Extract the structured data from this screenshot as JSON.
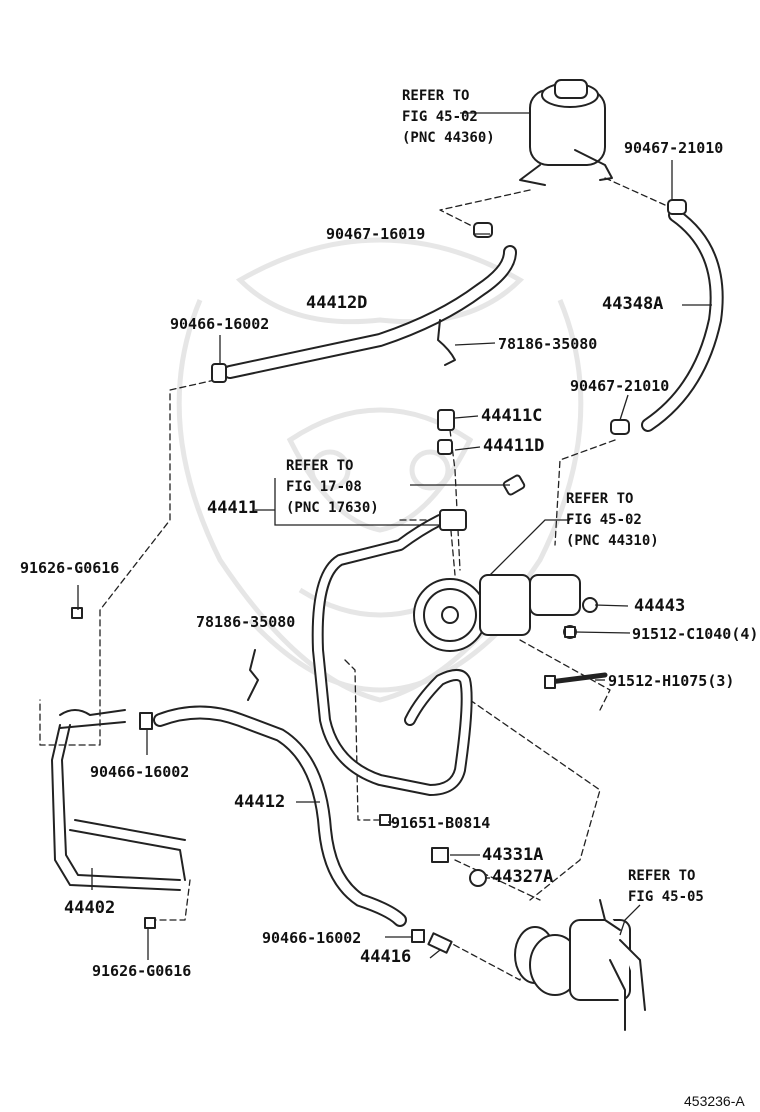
{
  "labels": {
    "p90467_21010_top": "90467-21010",
    "p90467_16019": "90467-16019",
    "p44412D": "44412D",
    "p90466_16002_top": "90466-16002",
    "p78186_35080_top": "78186-35080",
    "p44348A": "44348A",
    "p90467_21010_mid": "90467-21010",
    "p44411C": "44411C",
    "p44411D": "44411D",
    "p44411": "44411",
    "p91626_G0616_top": "91626-G0616",
    "p44443": "44443",
    "p91512_C1040": "91512-C1040(4)",
    "p78186_35080_mid": "78186-35080",
    "p91512_H1075": "91512-H1075(3)",
    "p90466_16002_mid": "90466-16002",
    "p44412": "44412",
    "p91651_B0814": "91651-B0814",
    "p44331A": "44331A",
    "p44327A": "44327A",
    "p44402": "44402",
    "p90466_16002_bot": "90466-16002",
    "p44416": "44416",
    "p91626_G0616_bot": "91626-G0616"
  },
  "refers": {
    "ref_45_02_res": [
      "REFER TO",
      "FIG 45-02",
      "(PNC 44360)"
    ],
    "ref_17_08": [
      "REFER TO",
      "FIG 17-08",
      "(PNC 17630)"
    ],
    "ref_45_02_pump": [
      "REFER TO",
      "FIG 45-02",
      "(PNC 44310)"
    ],
    "ref_45_05": [
      "REFER TO",
      "FIG 45-05"
    ]
  },
  "diagram_code": "453236-A"
}
